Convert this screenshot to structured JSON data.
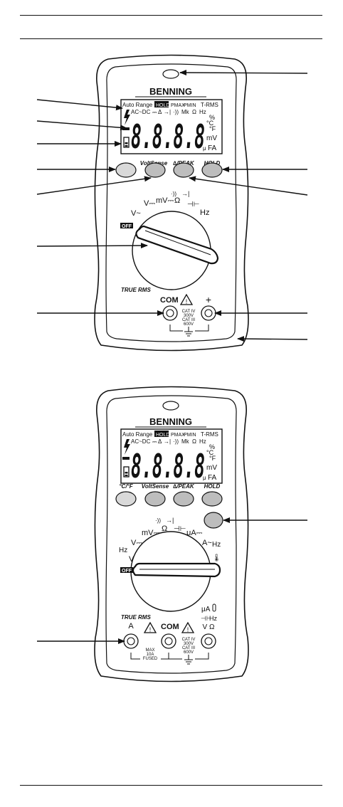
{
  "meter1": {
    "brand": "BENNING",
    "lcd": {
      "row1": [
        "Auto Range",
        "HOLD",
        "PMAX",
        "PMIN",
        "T-RMS"
      ],
      "row2": [
        "AC~DC",
        "⎓",
        "Δ",
        "→|",
        "·))",
        "Mk",
        "Ω",
        "Hz"
      ],
      "digits": "8.8.8.8",
      "units": [
        "%",
        "°C",
        "°F",
        "mV",
        "μ",
        "FA"
      ]
    },
    "buttons": [
      "",
      "VoltSense",
      "∆/PEAK",
      "HOLD"
    ],
    "dial": {
      "positions": [
        "V~",
        "V⎓",
        "mV⎓",
        "·))",
        "→|",
        "Ω",
        "⊣⊢",
        "Hz"
      ],
      "off": "OFF"
    },
    "true_rms": "TRUE RMS",
    "jacks": {
      "com": "COM",
      "plus": "+",
      "rating": [
        "CAT IV",
        "300V",
        "CAT III",
        "600V"
      ]
    }
  },
  "meter2": {
    "brand": "BENNING",
    "lcd": {
      "row1": [
        "Auto Range",
        "HOLD",
        "PMAX",
        "PMIN",
        "T-RMS"
      ],
      "row2": [
        "AC~DC",
        "⎓",
        "Δ",
        "→|",
        "·))",
        "Mk",
        "Ω",
        "Hz"
      ],
      "digits": "8.8.8.8",
      "units": [
        "%",
        "°C",
        "°F",
        "mV",
        "μ",
        "FA"
      ]
    },
    "buttons": [
      "°C/°F",
      "VoltSense",
      "∆/PEAK",
      "HOLD"
    ],
    "dial": {
      "positions": [
        "Hz",
        "V~",
        "V⎓",
        "mV⎓",
        "·))",
        "→|",
        "Ω",
        "⊣⊢",
        "μA⎓",
        "A~",
        "Hz",
        "🌡"
      ],
      "off": "OFF"
    },
    "true_rms": "TRUE RMS",
    "jacks": {
      "a": "A",
      "com": "COM",
      "v": "V Ω",
      "top_labels": [
        "μA",
        "⊣⊢",
        "Hz"
      ],
      "fuse": [
        "MAX",
        "10A",
        "FUSED"
      ],
      "rating": [
        "CAT IV",
        "300V",
        "CAT III",
        "600V"
      ]
    }
  },
  "colors": {
    "ink": "#111111",
    "button_fill": "#bdbdbd",
    "button_light": "#d9d9d9"
  }
}
